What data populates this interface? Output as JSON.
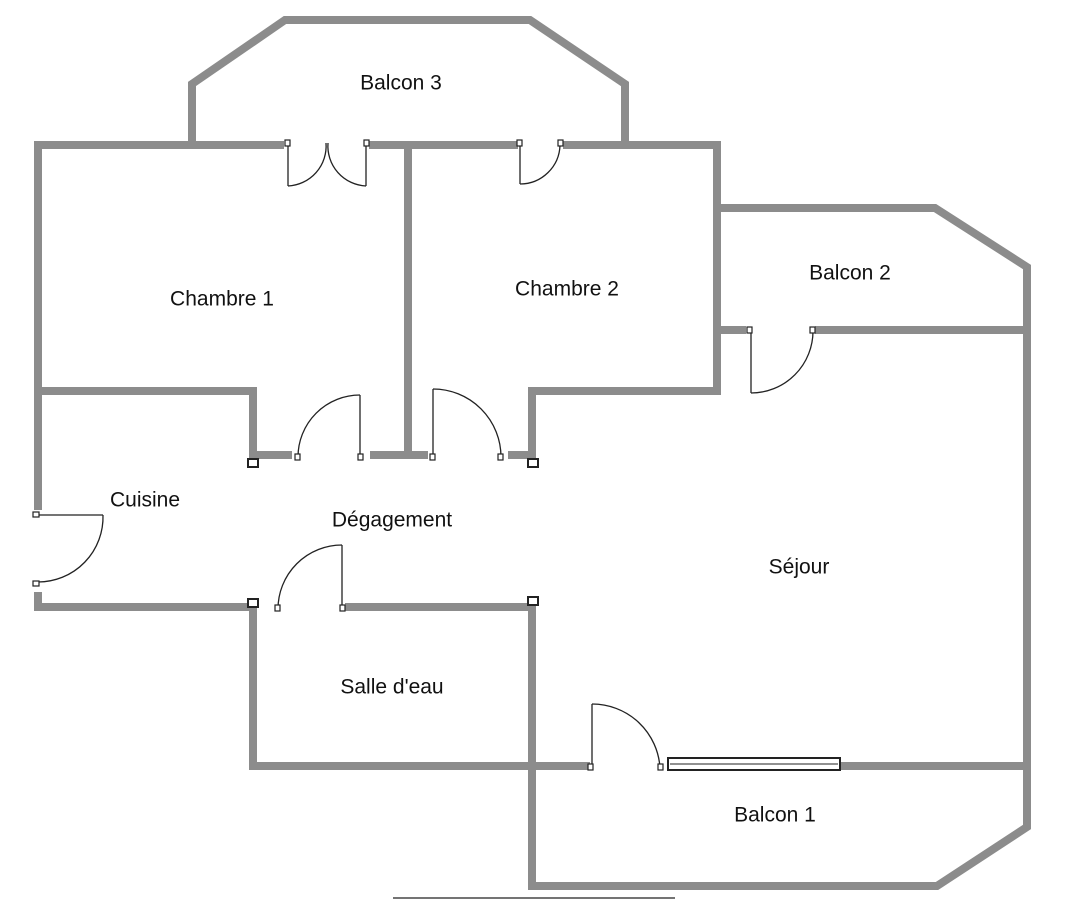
{
  "colors": {
    "wall": "#8c8c8c",
    "door": "#222222",
    "label": "#111111",
    "background": "#ffffff"
  },
  "rooms": {
    "balcon_3": "Balcon 3",
    "chambre_1": "Chambre 1",
    "chambre_2": "Chambre 2",
    "balcon_2": "Balcon 2",
    "cuisine": "Cuisine",
    "degagement": "Dégagement",
    "sejour": "Séjour",
    "salle_eau": "Salle d'eau",
    "balcon_1": "Balcon 1"
  }
}
